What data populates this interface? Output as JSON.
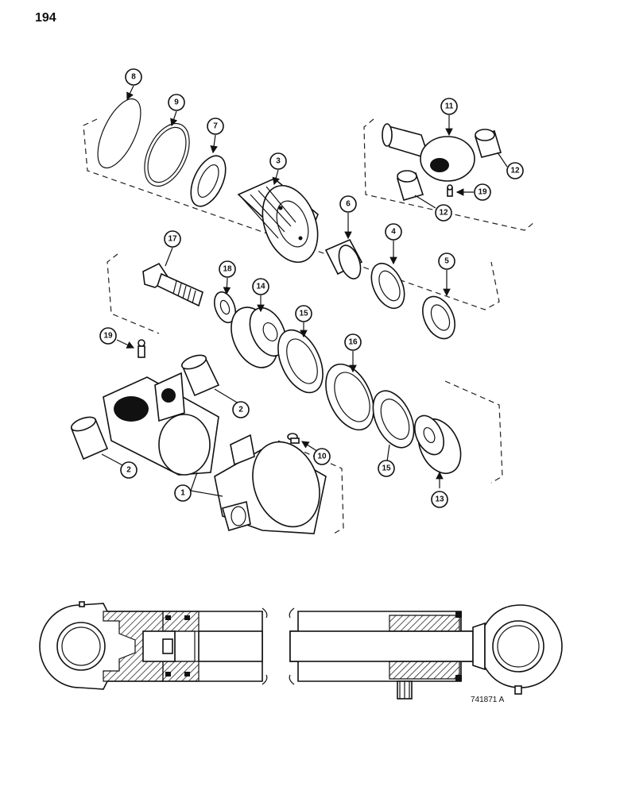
{
  "page_number": "194",
  "figure_reference": "741871 A",
  "callouts": {
    "c1": "1",
    "c2a": "2",
    "c2b": "2",
    "c3": "3",
    "c4": "4",
    "c5": "5",
    "c6": "6",
    "c7": "7",
    "c8": "8",
    "c9": "9",
    "c10": "10",
    "c11": "11",
    "c12a": "12",
    "c12b": "12",
    "c13": "13",
    "c14": "14",
    "c15a": "15",
    "c15b": "15",
    "c16": "16",
    "c17": "17",
    "c18": "18",
    "c19a": "19",
    "c19b": "19"
  }
}
